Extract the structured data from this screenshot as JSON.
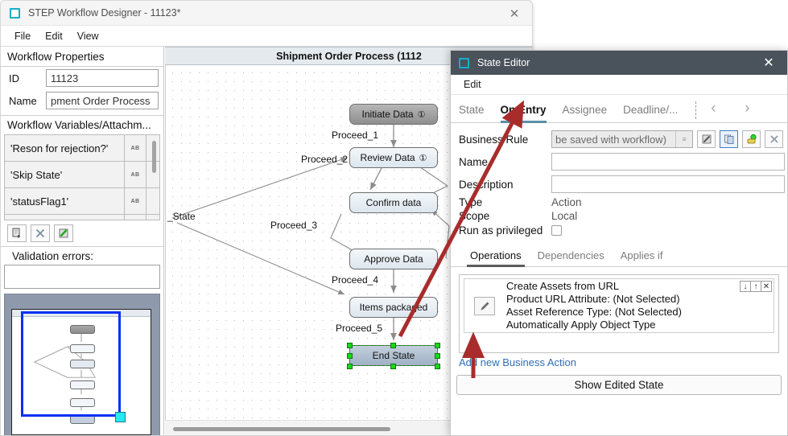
{
  "main_window": {
    "title": "STEP Workflow Designer - 11123*",
    "icon": "app-window-icon",
    "close_label": "✕",
    "menu": [
      "File",
      "Edit",
      "View"
    ]
  },
  "left_panel": {
    "properties_heading": "Workflow Properties",
    "fields": [
      {
        "label": "ID",
        "value": "11123"
      },
      {
        "label": "Name",
        "value": "pment Order Process"
      }
    ],
    "variables_heading": "Workflow Variables/Attachm...",
    "variables": [
      {
        "name": "'Reson for rejection?'",
        "type": "AB"
      },
      {
        "name": "'Skip State'",
        "type": "AB"
      },
      {
        "name": "'statusFlag1'",
        "type": "AB"
      }
    ],
    "toolbar": [
      {
        "name": "new-variable-button",
        "glyph": "⎘"
      },
      {
        "name": "delete-variable-button",
        "glyph": "✕"
      },
      {
        "name": "edit-variable-button",
        "glyph": "✎"
      }
    ],
    "validation_heading": "Validation errors:",
    "validation_text": ""
  },
  "canvas": {
    "title": "Shipment Order Process (1112",
    "nodes": [
      {
        "label": "Initiate Data",
        "badge": "①",
        "kind": "start"
      },
      {
        "label": "Review Data",
        "badge": "①",
        "kind": "normal"
      },
      {
        "label": "Confirm data",
        "badge": "",
        "kind": "normal"
      },
      {
        "label": "Approve Data",
        "badge": "",
        "kind": "normal"
      },
      {
        "label": "Items packaged",
        "badge": "",
        "kind": "normal"
      },
      {
        "label": "End State",
        "badge": "",
        "kind": "end"
      }
    ],
    "edge_labels": [
      "Proceed_1",
      "Proceed_2",
      "Proceed_3",
      "Proceed_4",
      "Proceed_5"
    ],
    "partial_label": "_State",
    "selected_node": "End State"
  },
  "state_editor": {
    "title": "State Editor",
    "close_label": "✕",
    "menu": [
      "Edit"
    ],
    "tabs": [
      {
        "label": "State",
        "active": false
      },
      {
        "label": "On Entry",
        "active": true
      },
      {
        "label": "Assignee",
        "active": false
      },
      {
        "label": "Deadline/...",
        "active": false
      }
    ],
    "nav_prev": "‹",
    "nav_next": "›",
    "business_rule": {
      "label": "Business Rule",
      "value": "be saved with workflow)",
      "picker_glyph": "≡",
      "buttons": [
        {
          "name": "edit-rule-icon",
          "glyph": "✎"
        },
        {
          "name": "copy-rule-icon",
          "glyph": "❐"
        },
        {
          "name": "new-rule-icon",
          "glyph": "⚒"
        },
        {
          "name": "clear-rule-icon",
          "glyph": "✕"
        }
      ]
    },
    "name": {
      "label": "Name",
      "value": ""
    },
    "description": {
      "label": "Description",
      "value": ""
    },
    "type": {
      "label": "Type",
      "value": "Action"
    },
    "scope": {
      "label": "Scope",
      "value": "Local"
    },
    "run_as_privileged": {
      "label": "Run as privileged",
      "checked": false
    },
    "subtabs": [
      {
        "label": "Operations",
        "active": true
      },
      {
        "label": "Dependencies",
        "active": false
      },
      {
        "label": "Applies if",
        "active": false
      }
    ],
    "operation": {
      "lines": [
        "Create Assets from URL",
        "Product URL Attribute: (Not Selected)",
        "Asset Reference Type: (Not Selected)",
        "Automatically Apply Object Type"
      ],
      "edit_glyph": "✎",
      "controls": [
        {
          "name": "move-down-icon",
          "glyph": "↓"
        },
        {
          "name": "move-up-icon",
          "glyph": "↑"
        },
        {
          "name": "remove-operation-icon",
          "glyph": "✕"
        }
      ]
    },
    "add_action_link": "Add new Business Action",
    "show_edited_state": "Show Edited State"
  },
  "colors": {
    "dialog_titlebar": "#4a525b",
    "accent_tab": "#5b8fa8",
    "link": "#2f6fb5",
    "annotation_arrow": "#a92c2c",
    "selection_handle": "#16d916",
    "minimap_viewport": "#0430f5"
  }
}
